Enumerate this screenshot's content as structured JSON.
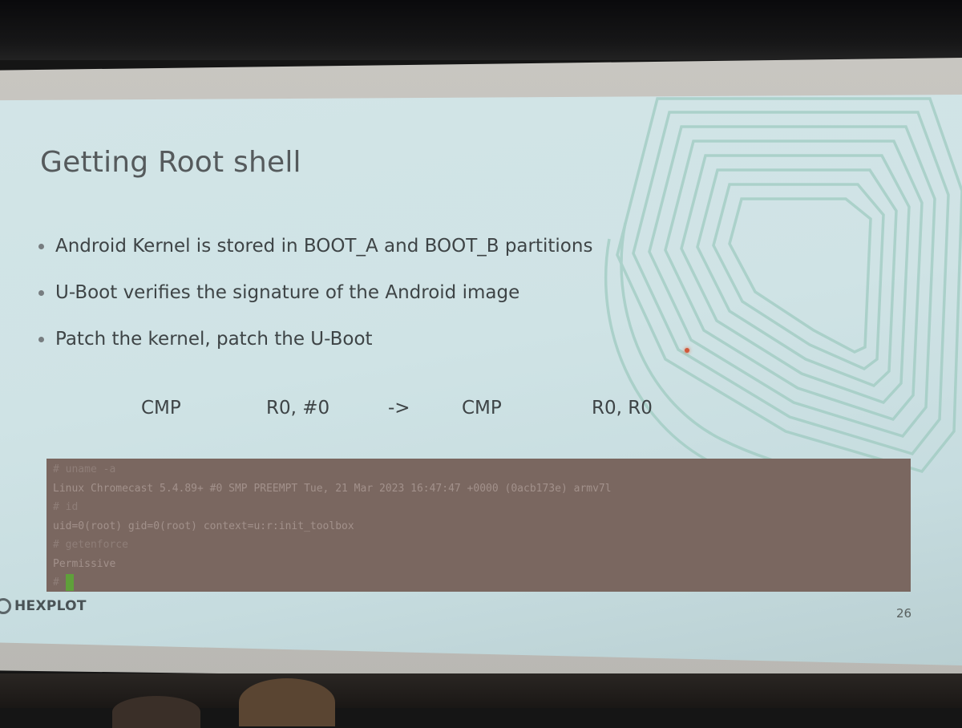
{
  "slide": {
    "title": "Getting Root shell",
    "bullets": [
      "Android Kernel is stored in BOOT_A and BOOT_B partitions",
      "U-Boot verifies the signature of the Android image",
      "Patch the kernel, patch the U-Boot"
    ],
    "patch": {
      "before_op": "CMP",
      "before_args": "R0, #0",
      "arrow": "->",
      "after_op": "CMP",
      "after_args": "R0, R0"
    },
    "terminal": {
      "lines": [
        "# uname -a",
        "Linux Chromecast 5.4.89+ #0 SMP PREEMPT Tue, 21 Mar 2023 16:47:47 +0000 (0acb173e) armv7l",
        "# id",
        "uid=0(root) gid=0(root) context=u:r:init_toolbox",
        "# getenforce",
        "Permissive",
        "#"
      ],
      "cursor_color": "#5fa03a"
    },
    "logo_text": "HEXPLOT",
    "logo_icon": "hexplot-logo-icon",
    "page_number": "26",
    "colors": {
      "background": "#cfe3e5",
      "text": "#3e4446",
      "terminal_bg": "#7a6760",
      "decoration_lines": "#9fcbc1"
    }
  }
}
